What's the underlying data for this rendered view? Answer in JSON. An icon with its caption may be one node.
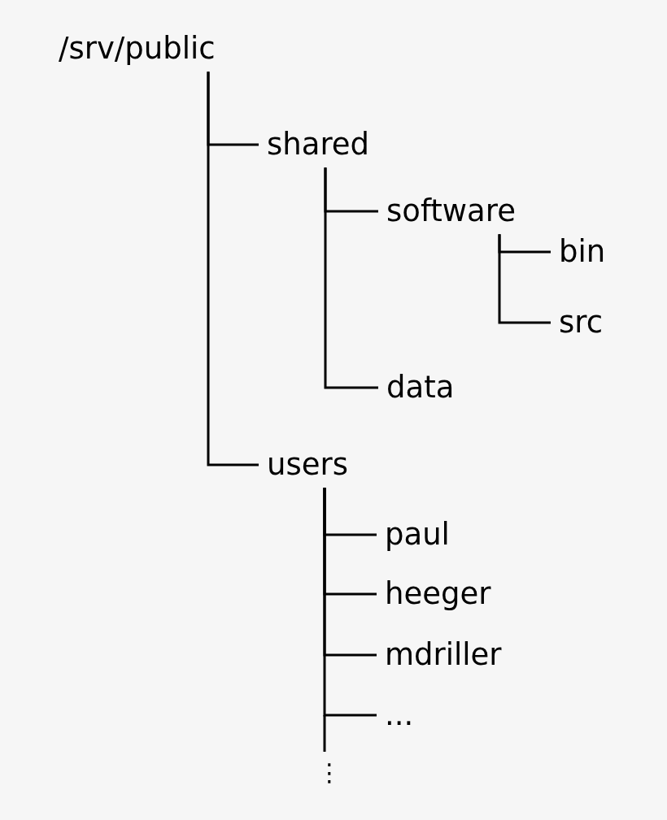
{
  "diagram": {
    "nodes": [
      {
        "text": [
          "/srv/public"
        ]
      },
      {
        "text": [
          "shared"
        ]
      },
      {
        "text": [
          "software"
        ]
      },
      {
        "text": [
          "bin"
        ]
      },
      {
        "text": [
          "src"
        ]
      },
      {
        "text": [
          "data"
        ]
      },
      {
        "text": [
          "users"
        ]
      },
      {
        "text": [
          "paul"
        ]
      },
      {
        "text": [
          "heeger"
        ]
      },
      {
        "text": [
          "mdriller"
        ]
      },
      {
        "text": [
          "..."
        ]
      }
    ],
    "edges": [
      {
        "from": 0,
        "to": 1,
        "arrow": "none"
      },
      {
        "from": 1,
        "to": 2,
        "arrow": "none"
      },
      {
        "from": 2,
        "to": 3,
        "arrow": "none"
      },
      {
        "from": 2,
        "to": 4,
        "arrow": "none"
      },
      {
        "from": 1,
        "to": 5,
        "arrow": "none"
      },
      {
        "from": 0,
        "to": 6,
        "arrow": "none"
      },
      {
        "from": 6,
        "to": 7,
        "arrow": "none"
      },
      {
        "from": 6,
        "to": 8,
        "arrow": "none"
      },
      {
        "from": 6,
        "to": 9,
        "arrow": "none"
      },
      {
        "from": 6,
        "to": 10,
        "arrow": "none"
      }
    ],
    "labels": [
      "⋮"
    ]
  }
}
